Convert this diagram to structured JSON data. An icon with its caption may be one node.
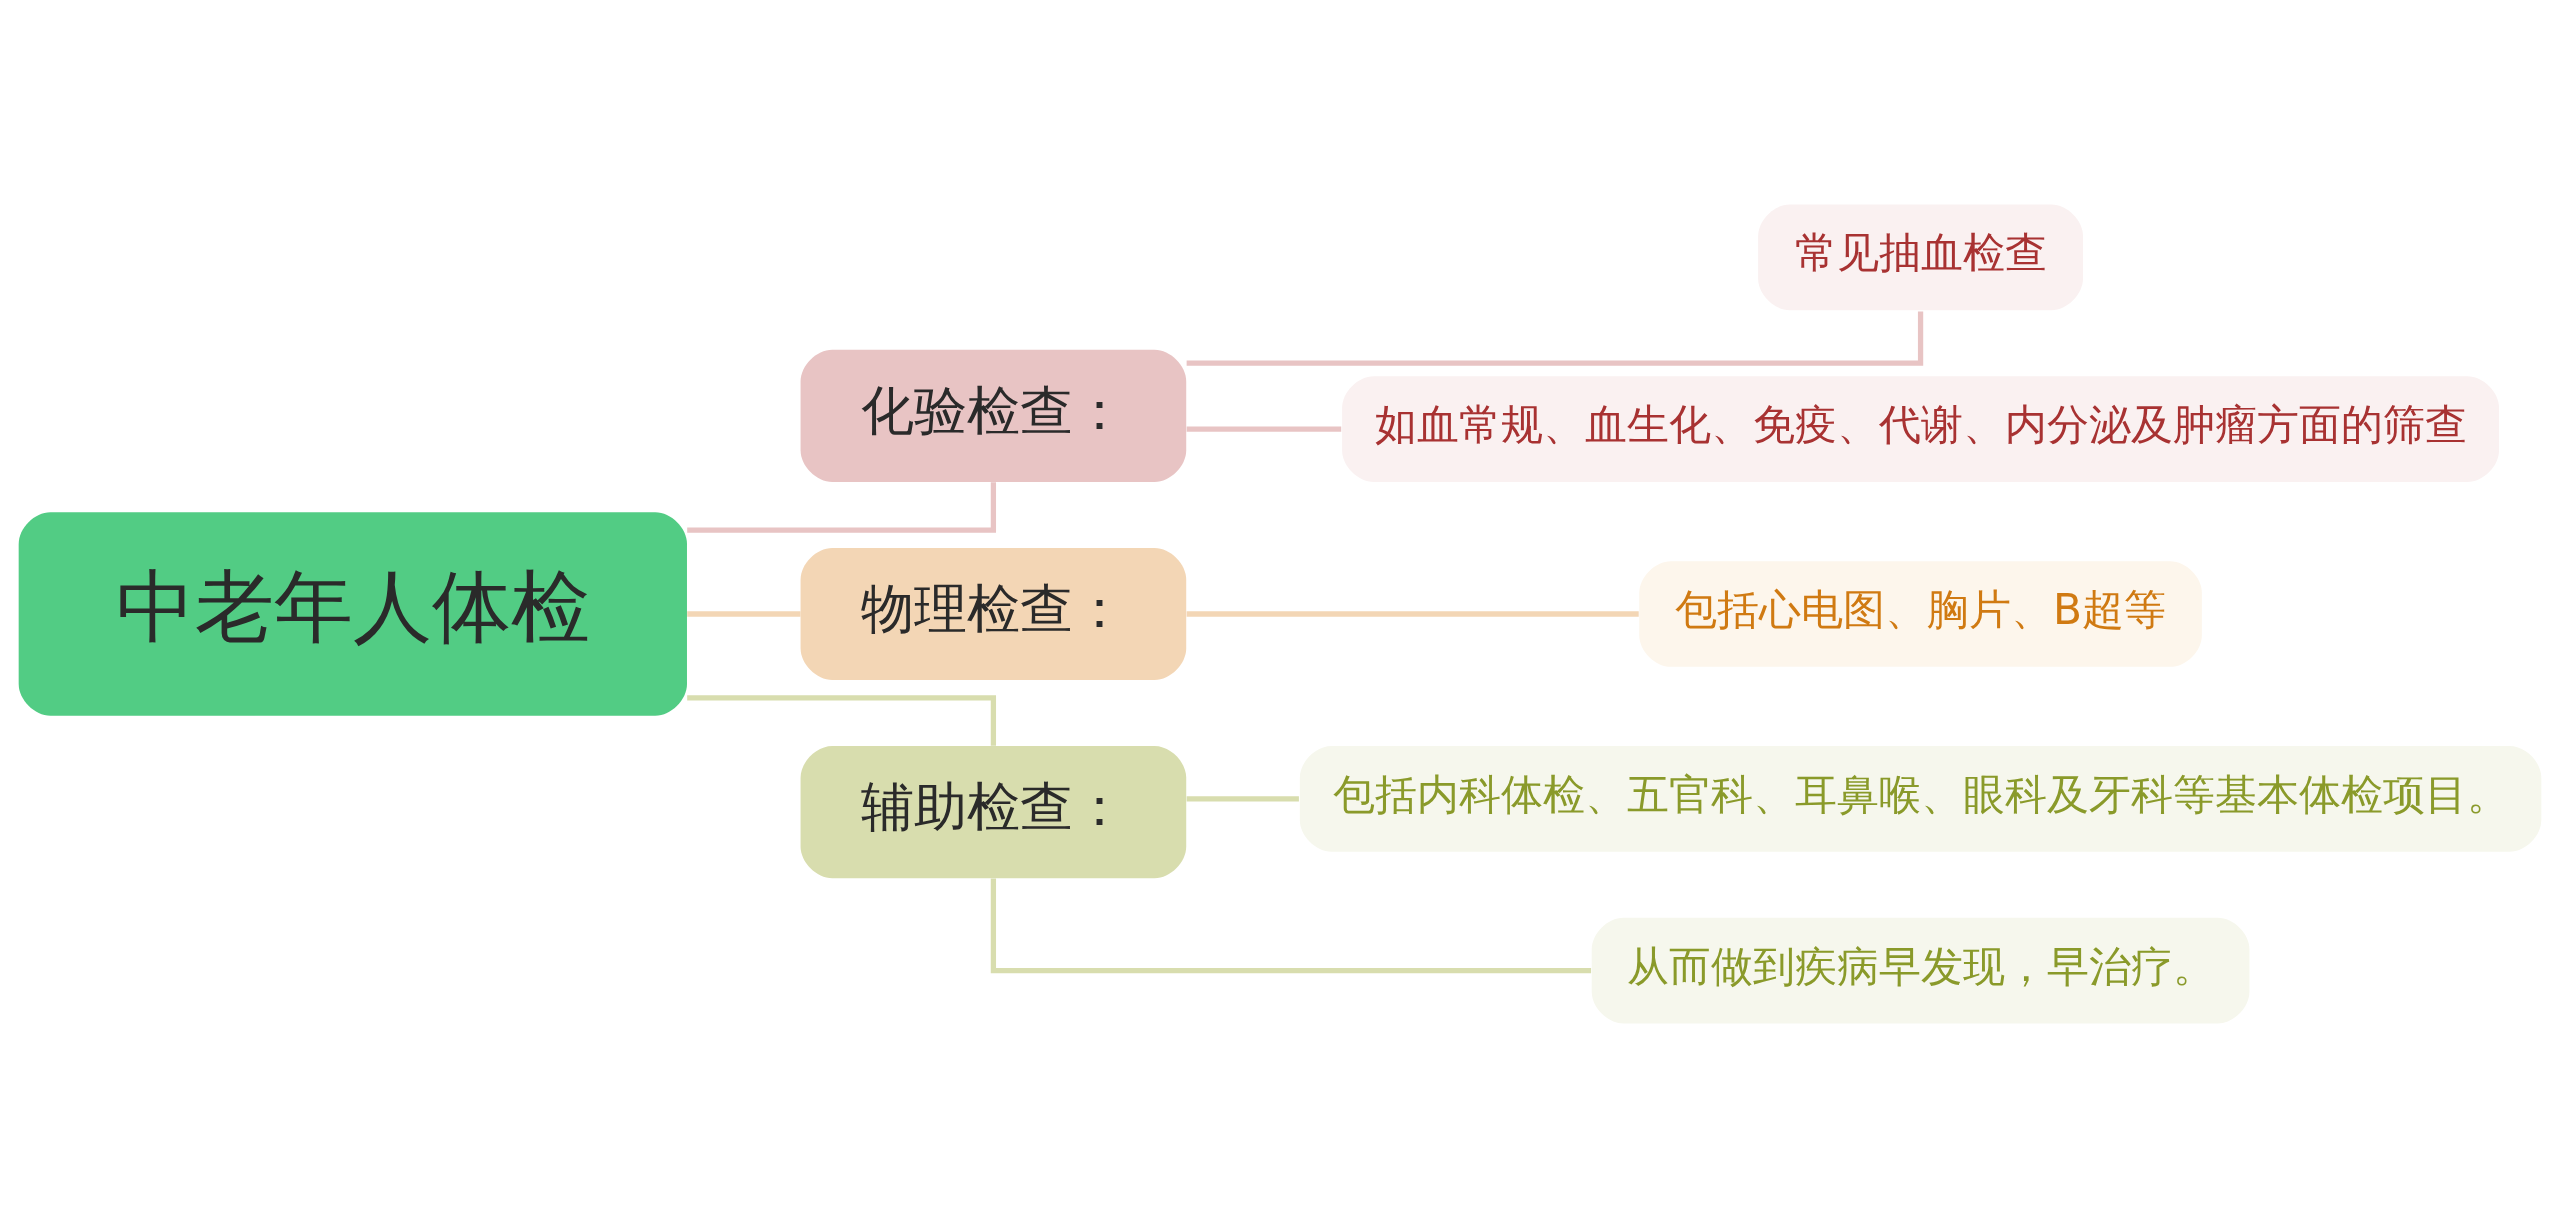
{
  "diagram": {
    "nodes": [
      {
        "text": [
          "中老年人体检"
        ]
      },
      {
        "text": [
          "化验检查："
        ]
      },
      {
        "text": [
          "常见抽血检查"
        ]
      },
      {
        "text": [
          "如血常规、血生化、免疫、代谢、内分泌及肿瘤方面的筛查"
        ]
      },
      {
        "text": [
          "物理检查："
        ]
      },
      {
        "text": [
          "包括心电图、胸片、B超等"
        ]
      },
      {
        "text": [
          "辅助检查："
        ]
      },
      {
        "text": [
          "包括内科体检、五官科、耳鼻喉、眼科及牙科等基本体检项目。"
        ]
      },
      {
        "text": [
          "从而做到疾病早发现，早治疗。"
        ]
      }
    ],
    "edges": [
      {
        "from": 0,
        "to": 1,
        "arrow": "none",
        "color": "#e8c4c4"
      },
      {
        "from": 1,
        "to": 2,
        "arrow": "none",
        "color": "#e8c4c4"
      },
      {
        "from": 1,
        "to": 3,
        "arrow": "none",
        "color": "#e8c4c4"
      },
      {
        "from": 0,
        "to": 4,
        "arrow": "none",
        "color": "#f3d6b5"
      },
      {
        "from": 4,
        "to": 5,
        "arrow": "none",
        "color": "#f3d6b5"
      },
      {
        "from": 0,
        "to": 6,
        "arrow": "none",
        "color": "#d8ddae"
      },
      {
        "from": 6,
        "to": 7,
        "arrow": "none",
        "color": "#d8ddae"
      },
      {
        "from": 6,
        "to": 8,
        "arrow": "none",
        "color": "#d8ddae"
      }
    ]
  }
}
